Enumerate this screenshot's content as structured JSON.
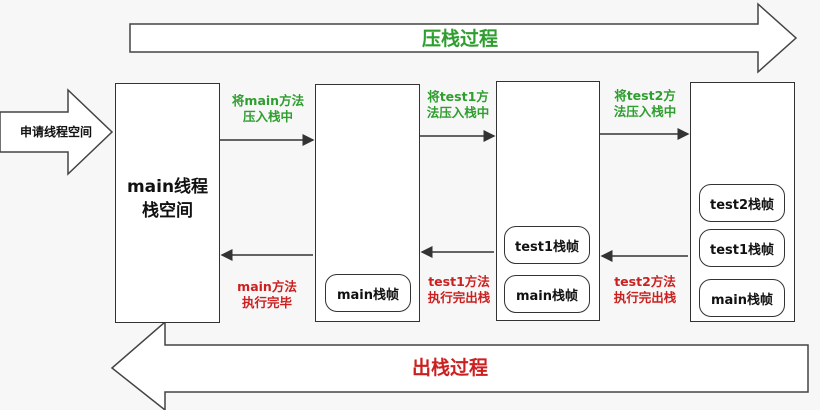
{
  "push_banner": "压栈过程",
  "pop_banner": "出栈过程",
  "apply_label": "申请线程空间",
  "main_space": {
    "line1": "main线程",
    "line2": "栈空间"
  },
  "push_steps": [
    {
      "line1": "将main方法",
      "line2": "压入栈中"
    },
    {
      "line1": "将test1方",
      "line2": "法压入栈中"
    },
    {
      "line1": "将test2方",
      "line2": "法压入栈中"
    }
  ],
  "pop_steps": [
    {
      "line1": "main方法",
      "line2": "执行完毕"
    },
    {
      "line1": "test1方法",
      "line2": "执行完出栈"
    },
    {
      "line1": "test2方法",
      "line2": "执行完出栈"
    }
  ],
  "stack1": {
    "frames": [
      "main栈帧"
    ]
  },
  "stack2": {
    "frames": [
      "test1栈帧",
      "main栈帧"
    ]
  },
  "stack3": {
    "frames": [
      "test2栈帧",
      "test1栈帧",
      "main栈帧"
    ]
  },
  "colors": {
    "push": "#2e9e2e",
    "pop": "#cc2020"
  }
}
